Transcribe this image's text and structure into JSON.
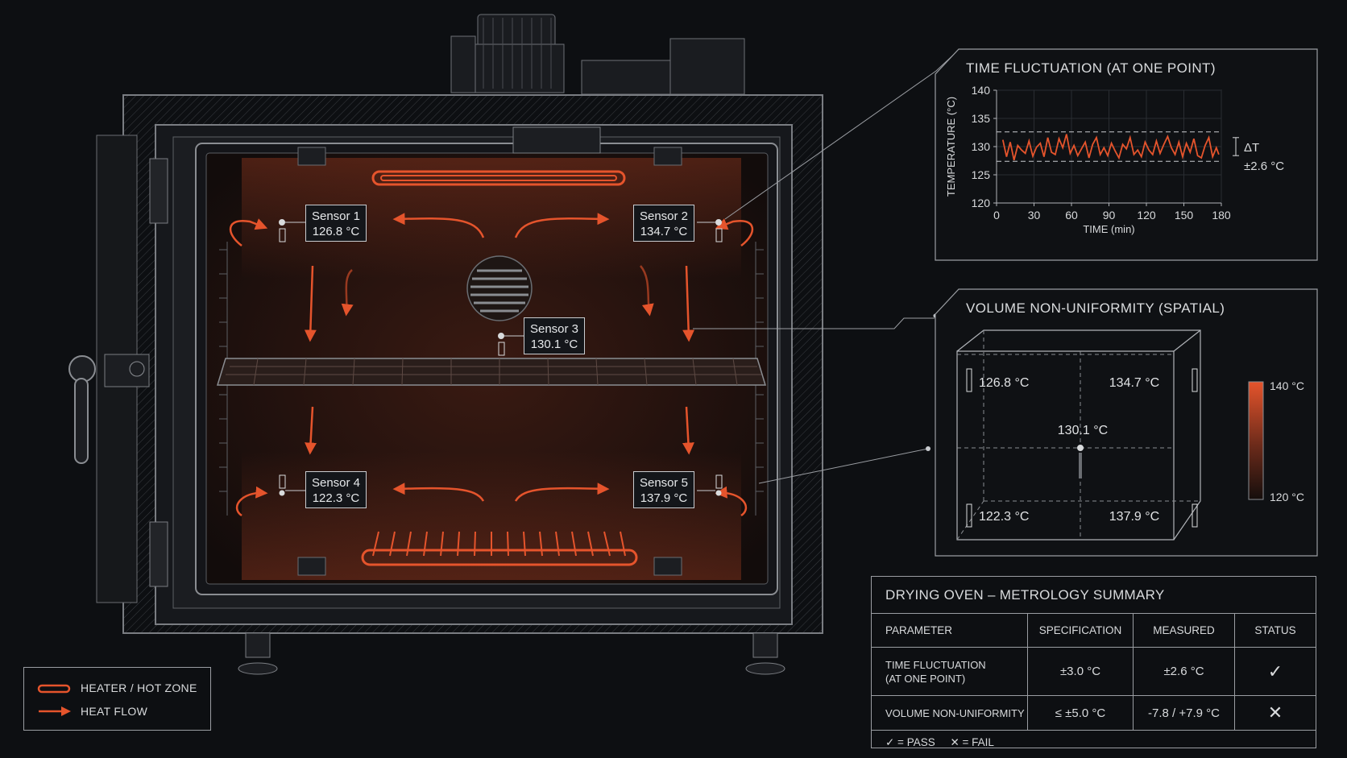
{
  "oven": {
    "sensors": [
      {
        "name": "Sensor 1",
        "value": "126.8 °C"
      },
      {
        "name": "Sensor 2",
        "value": "134.7 °C"
      },
      {
        "name": "Sensor 3",
        "value": "130.1 °C"
      },
      {
        "name": "Sensor 4",
        "value": "122.3 °C"
      },
      {
        "name": "Sensor 5",
        "value": "137.9 °C"
      }
    ]
  },
  "time_panel": {
    "title": "TIME FLUCTUATION (AT ONE POINT)",
    "delta_label": "ΔT",
    "delta_value": "±2.6 °C"
  },
  "chart_data": {
    "type": "line",
    "title": "TIME FLUCTUATION (AT ONE POINT)",
    "xlabel": "TIME (min)",
    "ylabel": "TEMPERATURE (°C)",
    "xlim": [
      0,
      180
    ],
    "ylim": [
      120,
      140
    ],
    "x_ticks": [
      "0",
      "30",
      "60",
      "90",
      "120",
      "150",
      "180"
    ],
    "y_ticks": [
      "140",
      "135",
      "130",
      "125",
      "120"
    ],
    "reference_lines": [
      127.4,
      132.6
    ],
    "grid": true,
    "series": [
      {
        "color": "#e5542c",
        "x": [
          5,
          8,
          11,
          14,
          17,
          20,
          23,
          26,
          29,
          32,
          35,
          38,
          41,
          44,
          47,
          50,
          53,
          56,
          59,
          62,
          65,
          68,
          71,
          74,
          77,
          80,
          83,
          86,
          89,
          92,
          95,
          98,
          101,
          104,
          107,
          110,
          113,
          116,
          119,
          122,
          125,
          128,
          131,
          134,
          137,
          140,
          143,
          146,
          149,
          152,
          155,
          158,
          161,
          164,
          167,
          170,
          173,
          176,
          178
        ],
        "y": [
          131.2,
          128.2,
          130.8,
          127.6,
          130.2,
          129.4,
          128.8,
          131.0,
          128.3,
          129.9,
          130.6,
          128.2,
          131.6,
          129.0,
          128.6,
          131.4,
          129.8,
          132.2,
          128.8,
          130.2,
          128.4,
          129.6,
          130.8,
          128.0,
          130.4,
          131.6,
          128.6,
          129.8,
          128.4,
          130.6,
          129.2,
          128.0,
          130.4,
          129.6,
          131.6,
          128.6,
          129.4,
          128.2,
          130.8,
          129.4,
          128.6,
          131.0,
          128.8,
          130.4,
          131.8,
          129.8,
          128.6,
          130.8,
          128.2,
          130.6,
          129.0,
          131.4,
          128.4,
          128.0,
          130.2,
          131.6,
          128.2,
          129.8,
          128.6
        ]
      }
    ]
  },
  "volume_panel": {
    "title": "VOLUME NON-UNIFORMITY (SPATIAL)",
    "values": [
      "126.8 °C",
      "134.7 °C",
      "130.1 °C",
      "122.3 °C",
      "137.9 °C"
    ],
    "scale_max": "140 °C",
    "scale_min": "120 °C"
  },
  "summary": {
    "title": "DRYING OVEN – METROLOGY SUMMARY",
    "headers": [
      "PARAMETER",
      "SPECIFICATION",
      "MEASURED",
      "STATUS"
    ],
    "rows": [
      {
        "param_line1": "TIME FLUCTUATION",
        "param_line2": "(AT ONE POINT)",
        "spec": "±3.0 °C",
        "measured": "±2.6 °C",
        "status": "✓"
      },
      {
        "param_line1": "VOLUME NON-UNIFORMITY",
        "param_line2": "",
        "spec": "≤ ±5.0 °C",
        "measured": "-7.8 / +7.9 °C",
        "status": "✕"
      }
    ],
    "legend": "✓ = PASS     ✕ = FAIL"
  },
  "legend": {
    "heater_label": "HEATER / HOT ZONE",
    "flow_label": "HEAT FLOW"
  },
  "colors": {
    "accent": "#e5542c",
    "background": "#0d0f12",
    "line": "#9a9da2"
  }
}
